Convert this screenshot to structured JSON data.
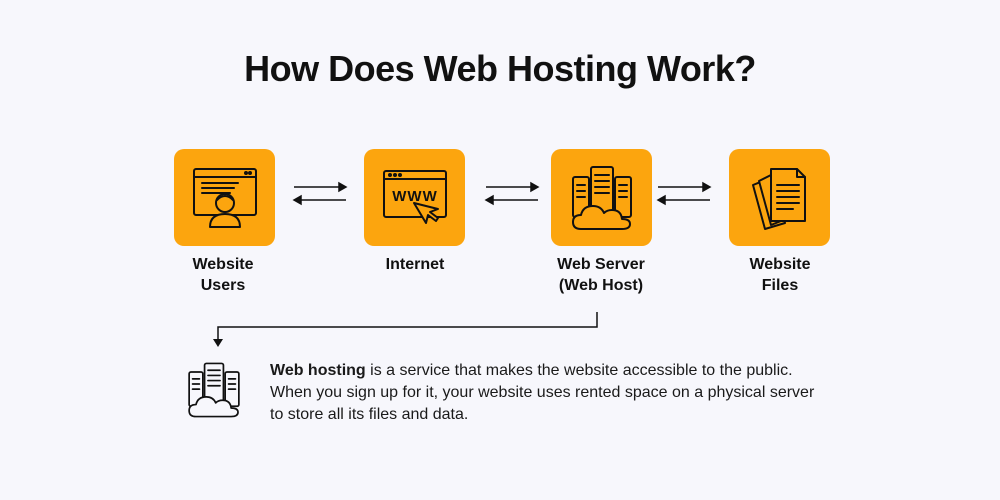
{
  "title": "How Does Web Hosting Work?",
  "colors": {
    "accent": "#fca50e",
    "text": "#111111",
    "background": "#f7f7fc"
  },
  "nodes": [
    {
      "icon": "website-window-user-icon",
      "line1": "Website",
      "line2": "Users"
    },
    {
      "icon": "www-browser-cursor-icon",
      "line1": "Internet",
      "line2": ""
    },
    {
      "icon": "server-cloud-icon",
      "line1": "Web Server",
      "line2": "(Web Host)"
    },
    {
      "icon": "document-files-icon",
      "line1": "Website",
      "line2": "Files"
    }
  ],
  "description": {
    "icon": "server-cloud-icon",
    "bold": "Web hosting",
    "rest": " is a service that makes the website accessible to the public. When you sign up for it, your website uses rented space on a physical server to store all its files and data."
  }
}
